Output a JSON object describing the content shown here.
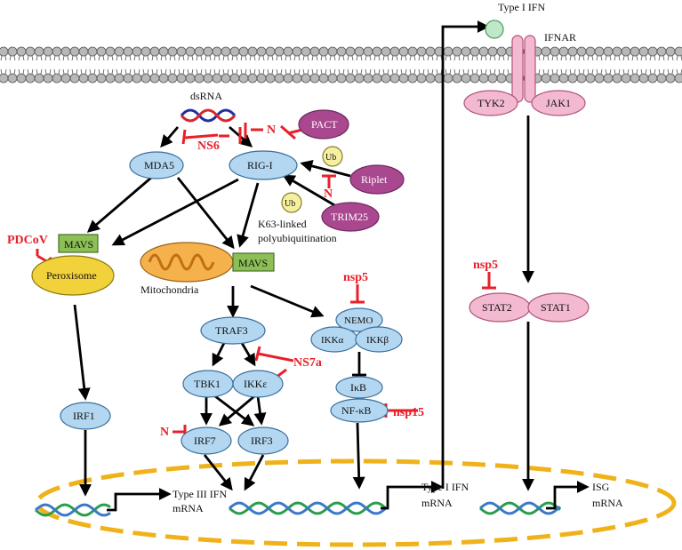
{
  "colors": {
    "membrane_head": "#b8b8b8",
    "oval_fill": "#b3d7f0",
    "oval_stroke": "#3a6f9c",
    "pink_fill": "#f3b9d0",
    "pink_stroke": "#b0557a",
    "purple_fill": "#a9478f",
    "mavs_fill": "#8cbf55",
    "ub_fill": "#f5f0a0",
    "peroxisome_fill": "#f2d23a",
    "mito_fill": "#f5b14c",
    "nucleus_stroke": "#f0b21a",
    "inhibitor": "#e8202a",
    "dna_green": "#2a9d4b",
    "dna_blue": "#3b78c8",
    "ifn_ball": "#bfe8c8"
  },
  "labels": {
    "type1_ifn": "Type I IFN",
    "ifnar": "IFNAR",
    "dsrna": "dsRNA",
    "tyk2": "TYK2",
    "jak1": "JAK1",
    "pact": "PACT",
    "mda5": "MDA5",
    "rigi": "RIG-I",
    "ub1": "Ub",
    "ub2": "Ub",
    "riplet": "Riplet",
    "trim25": "TRIM25",
    "k63": "K63-linked",
    "polyub": "polyubiquitination",
    "mavs_perox": "MAVS",
    "peroxisome": "Peroxisome",
    "mavs_mito": "MAVS",
    "mitochondria": "Mitochondria",
    "nemo": "NEMO",
    "ikka": "IKKα",
    "ikkb": "IKKβ",
    "traf3": "TRAF3",
    "tbk1": "TBK1",
    "ikke": "IKKε",
    "ikb": "IκB",
    "nfkb": "NF-κB",
    "irf1": "IRF1",
    "irf7": "IRF7",
    "irf3": "IRF3",
    "stat2": "STAT2",
    "stat1": "STAT1",
    "type3_mrna_1": "Type III IFN",
    "type3_mrna_2": "mRNA",
    "type1_mrna_1": "Type I IFN",
    "type1_mrna_2": "mRNA",
    "isg_mrna_1": "ISG",
    "isg_mrna_2": "mRNA"
  },
  "inhibitors": {
    "ns6": "NS6",
    "n_top": "N",
    "n_trim": "N",
    "pdcov": "PDCoV",
    "nsp5_nemo": "nsp5",
    "ns7a": "NS7a",
    "nsp15": "nsp15",
    "n_irf7": "N",
    "nsp5_stat": "nsp5"
  }
}
